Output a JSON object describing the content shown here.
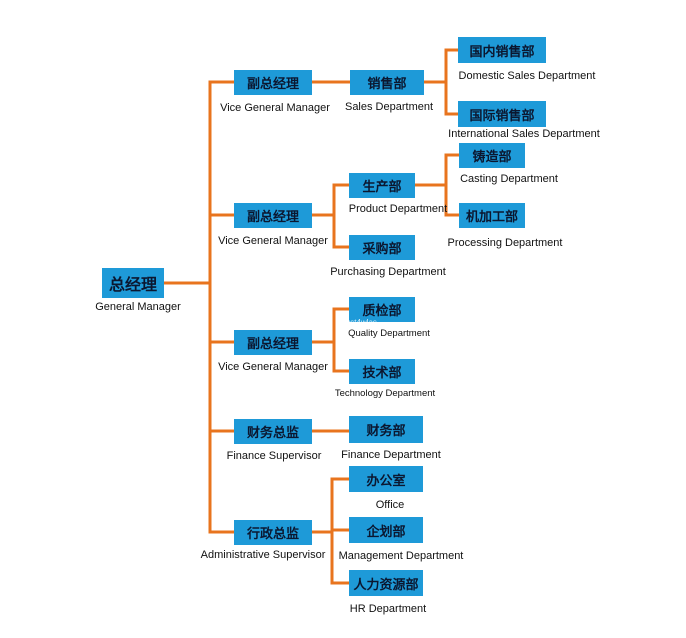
{
  "colors": {
    "box": "#1e9ad8",
    "line": "#e8741e",
    "box_text": "#0b1730"
  },
  "nodes": {
    "gm": {
      "zh": "总经理",
      "en": "General Manager"
    },
    "vgm1": {
      "zh": "副总经理",
      "en": "Vice General Manager"
    },
    "vgm2": {
      "zh": "副总经理",
      "en": "Vice General Manager"
    },
    "vgm3": {
      "zh": "副总经理",
      "en": "Vice General Manager"
    },
    "finsup": {
      "zh": "财务总监",
      "en": "Finance Supervisor"
    },
    "adminsup": {
      "zh": "行政总监",
      "en": "Administrative Supervisor"
    },
    "sales": {
      "zh": "销售部",
      "en": "Sales Department"
    },
    "domestic": {
      "zh": "国内销售部",
      "en": "Domestic Sales Department"
    },
    "intl": {
      "zh": "国际销售部",
      "en": "International Sales Department"
    },
    "product": {
      "zh": "生产部",
      "en": "Product Department"
    },
    "casting": {
      "zh": "铸造部",
      "en": "Casting Department"
    },
    "processing": {
      "zh": "机加工部",
      "en": "Processing Department"
    },
    "purchasing": {
      "zh": "采购部",
      "en": "Purchasing Department"
    },
    "quality": {
      "zh": "质检部",
      "en": "Quality Department"
    },
    "technology": {
      "zh": "技术部",
      "en": "Technology Department"
    },
    "finance": {
      "zh": "财务部",
      "en": "Finance Department"
    },
    "office": {
      "zh": "办公室",
      "en": "Office"
    },
    "management": {
      "zh": "企划部",
      "en": "Management Department"
    },
    "hr": {
      "zh": "人力资源部",
      "en": "HR Department"
    }
  },
  "watermark": "Hust4wlas"
}
